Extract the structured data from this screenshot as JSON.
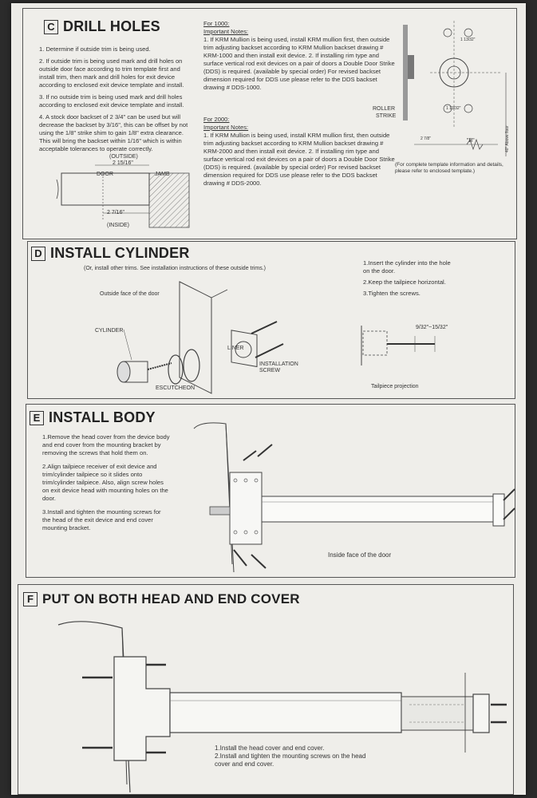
{
  "sectionC": {
    "letter": "C",
    "title": "DRILL HOLES",
    "steps": [
      "1. Determine if outside trim is being used.",
      "2. If outside trim is being used mark and drill holes on outside door face according to trim template first and install trim, then mark and drill holes for exit device according to enclosed exit device template and install.",
      "3. If no outside trim is being used mark and drill holes according to enclosed exit device template and install.",
      "4. A stock door backset of 2 3/4\" can be used but will decrease the backset by 3/16\", this can be offset by not using the 1/8\" strike shim to gain 1/8\" extra clearance. This will bring the backset within 1/16\" which is within acceptable tolerances to operate correctly."
    ],
    "diagram": {
      "outside": "(OUTSIDE)",
      "dim_top": "2 15/16\"",
      "door": "DOOR",
      "jamb": "JAMB",
      "dim_bottom": "2 7/16\"",
      "inside": "(INSIDE)"
    },
    "notes1000": {
      "heading": "For 1000:",
      "subheading": "Important Notes:",
      "body": "1. If KRM Mullion is being used, install KRM mullion first, then outside trim adjusting backset according to KRM Mullion backset drawing # KRM-1000 and then install exit device. 2. If installing rim type and surface vertical rod exit devices on a pair of doors a Double Door Strike (DDS) is required. (available by special order) For revised backset dimension required for DDS use please refer to the DDS backset drawing # DDS-1000."
    },
    "notes2000": {
      "heading": "For 2000:",
      "subheading": "Important Notes:",
      "body": "1. If KRM Mullion is being used, install KRM mullion first, then outside trim adjusting backset according to KRM Mullion backset drawing # KRM-2000 and then install exit device. 2. If installing rim type and surface vertical rod exit devices on a pair of doors a Double Door Strike (DDS) is required. (available by special order) For revised backset dimension required for DDS use please refer to the DDS backset drawing # DDS-2000."
    },
    "strike": {
      "roller": "ROLLER",
      "strike": "STRIKE",
      "dim1": "1 13/32\"",
      "dim2": "1 13/32\"",
      "dim3": "2 7/8\"",
      "floor": "40\" Above floor",
      "b": "\"B\"",
      "note": "(For complete template information and details, please refer to enclosed template.)"
    }
  },
  "sectionD": {
    "letter": "D",
    "title": "INSTALL CYLINDER",
    "subtitle": "(Or, install other trims. See installation instructions of these outside trims.)",
    "outside_face": "Outside face of the door",
    "cylinder": "CYLINDER",
    "escutcheon": "ESCUTCHEON",
    "liner": "LINER",
    "install_screw_1": "INSTALLATION",
    "install_screw_2": "SCREW",
    "steps": [
      "1.Insert the cylinder into the hole on the door.",
      "2.Keep the tailpiece horizontal.",
      "3.Tighten the screws."
    ],
    "dim": "9/32\"~15/32\"",
    "tailpiece": "Tailpiece projection"
  },
  "sectionE": {
    "letter": "E",
    "title": "INSTALL BODY",
    "steps": [
      "1.Remove the head cover from the device body and end cover from the mounting bracket by removing the screws that hold them on.",
      "2.Align tailpiece receiver of exit device and trim/cylinder tailpiece so it slides onto trim/cylinder tailpiece. Also, align screw holes on exit device head with mounting holes on the door.",
      "3.Install and tighten the mounting screws for the head of the exit device and end cover mounting bracket."
    ],
    "inside_face": "Inside face of the door"
  },
  "sectionF": {
    "letter": "F",
    "title": "PUT ON BOTH HEAD AND END COVER",
    "steps": [
      "1.Install the head cover and end cover.",
      "2.Install and tighten the mounting screws on the head cover and end cover."
    ]
  }
}
